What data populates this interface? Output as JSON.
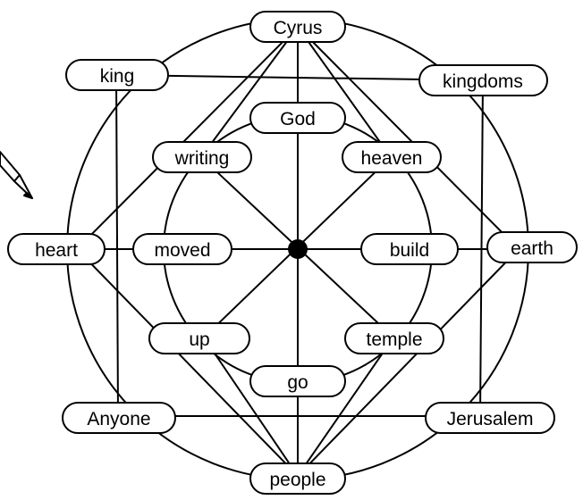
{
  "diagram": {
    "nodes": {
      "cyrus": "Cyrus",
      "king": "king",
      "kingdoms": "kingdoms",
      "god": "God",
      "writing": "writing",
      "heaven": "heaven",
      "heart": "heart",
      "moved": "moved",
      "build": "build",
      "earth": "earth",
      "up": "up",
      "temple": "temple",
      "go": "go",
      "anyone": "Anyone",
      "jerusalem": "Jerusalem",
      "people": "people"
    },
    "icons": [
      "pencil-icon"
    ],
    "colors": {
      "stroke": "#000000",
      "background": "#ffffff",
      "hub": "#000000"
    }
  }
}
